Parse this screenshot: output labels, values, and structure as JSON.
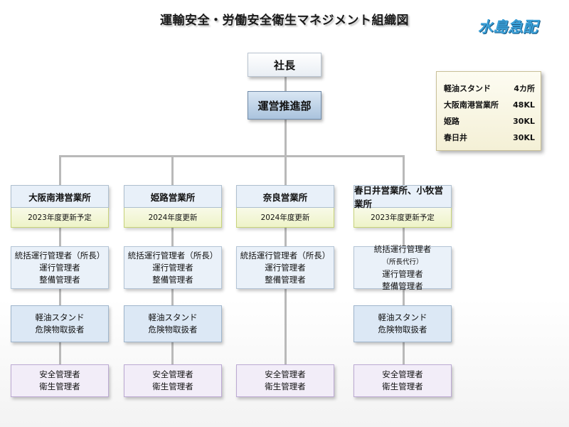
{
  "title": "運輸安全・労働安全衛生マネジメント組織図",
  "logo_text": "水島急配",
  "president": "社長",
  "department": "運営推進部",
  "info_box": [
    {
      "label": "軽油スタンド",
      "value": "4カ所"
    },
    {
      "label": "大阪南港営業所",
      "value": "48KL"
    },
    {
      "label": "姫路",
      "value": "30KL"
    },
    {
      "label": "春日井",
      "value": "30KL"
    }
  ],
  "offices": [
    {
      "name": "大阪南港営業所",
      "note": "2023年度更新予定",
      "managers": {
        "line1": "統括運行管理者（所長）",
        "line1_suffix": "",
        "line2": "運行管理者",
        "line3": "整備管理者"
      },
      "fuel": {
        "line1": "軽油スタンド",
        "line2": "危険物取扱者"
      },
      "safety": {
        "line1": "安全管理者",
        "line2": "衛生管理者"
      }
    },
    {
      "name": "姫路営業所",
      "note": "2024年度更新",
      "managers": {
        "line1": "統括運行管理者（所長）",
        "line1_suffix": "",
        "line2": "運行管理者",
        "line3": "整備管理者"
      },
      "fuel": {
        "line1": "軽油スタンド",
        "line2": "危険物取扱者"
      },
      "safety": {
        "line1": "安全管理者",
        "line2": "衛生管理者"
      }
    },
    {
      "name": "奈良営業所",
      "note": "2024年度更新",
      "managers": {
        "line1": "統括運行管理者（所長）",
        "line1_suffix": "",
        "line2": "運行管理者",
        "line3": "整備管理者"
      },
      "safety": {
        "line1": "安全管理者",
        "line2": "衛生管理者"
      }
    },
    {
      "name": "春日井営業所、小牧営業所",
      "note": "2023年度更新予定",
      "managers": {
        "line1": "統括運行管理者",
        "line1_suffix": "（所長代行）",
        "line2": "運行管理者",
        "line3": "整備管理者"
      },
      "fuel": {
        "line1": "軽油スタンド",
        "line2": "危険物取扱者"
      },
      "safety": {
        "line1": "安全管理者",
        "line2": "衛生管理者"
      }
    }
  ]
}
